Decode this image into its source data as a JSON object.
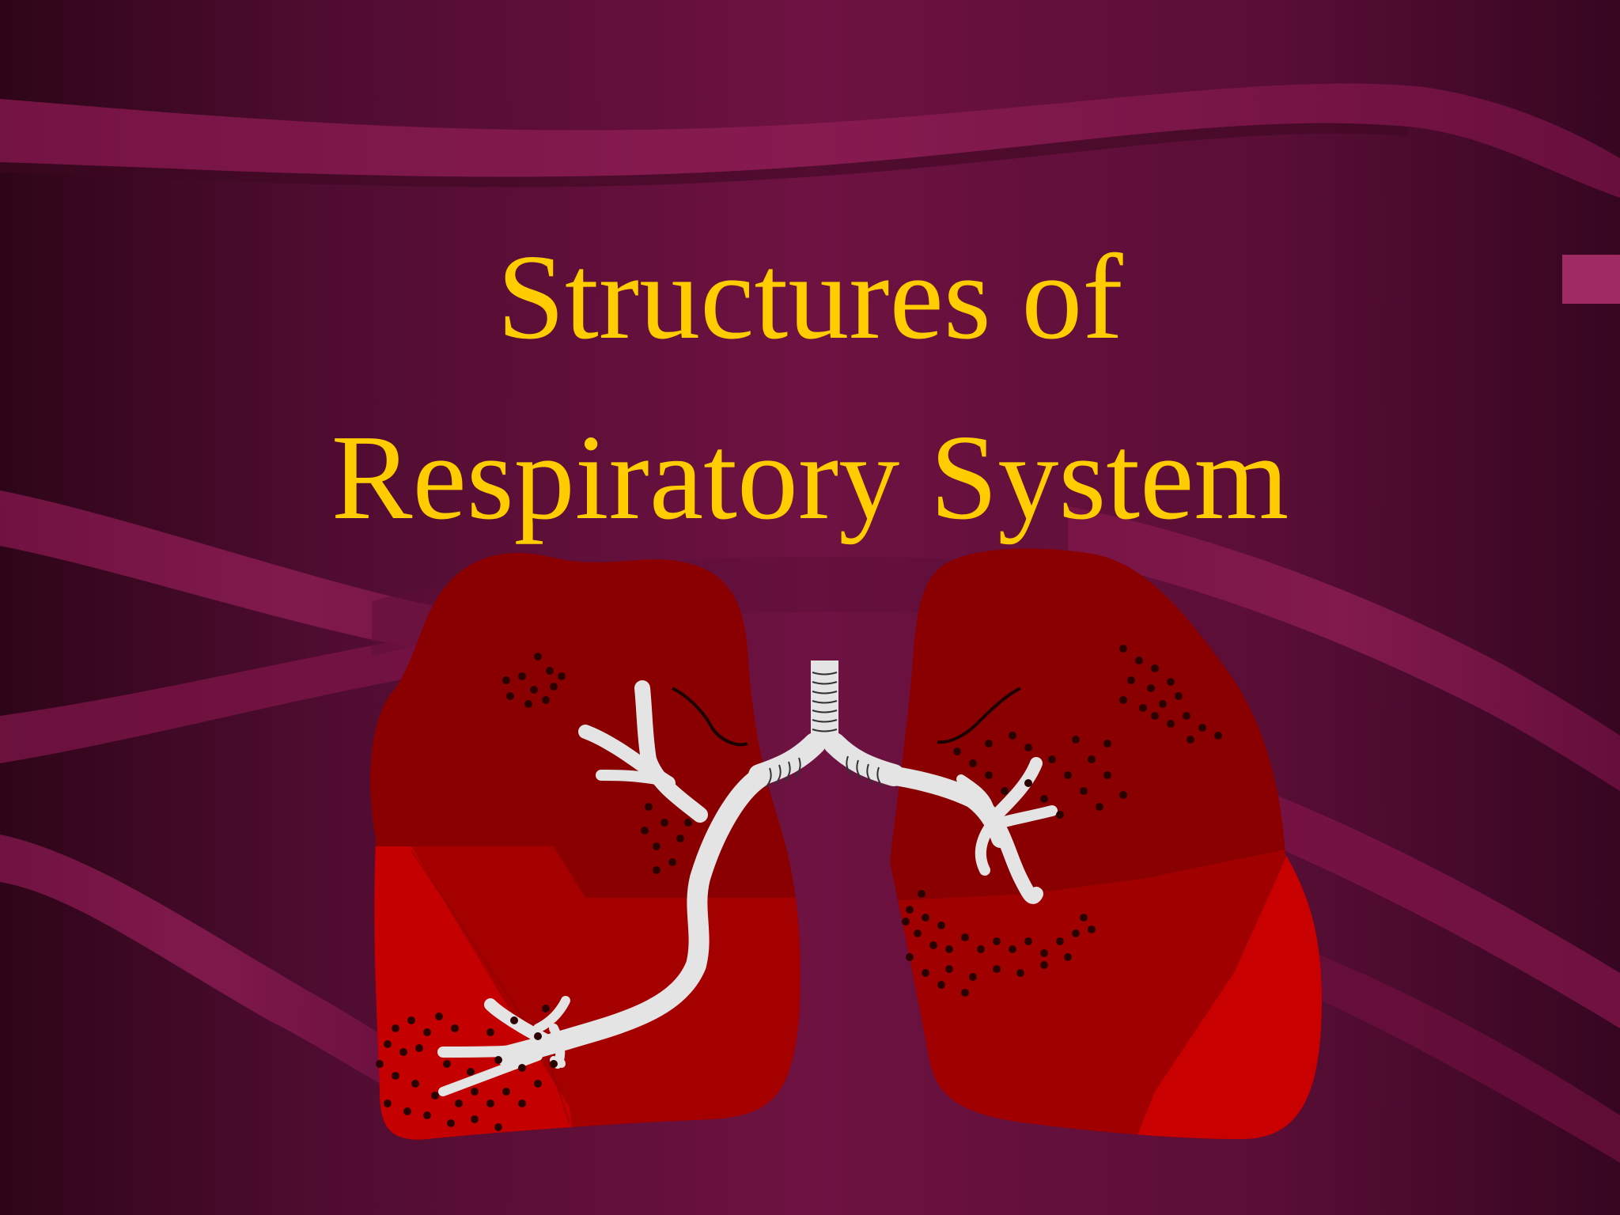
{
  "slide": {
    "title_line1": "Structures of",
    "title_line2": "Respiratory System"
  },
  "colors": {
    "title": "#ffcc00",
    "background": "#5a0e36",
    "ribbon": "#7a1a4a",
    "lung_upper": "#8a0000",
    "lung_middle": "#a80000",
    "lung_lower": "#c40000",
    "airway": "#e6e6e6"
  },
  "icons": [
    "lungs-illustration",
    "trachea",
    "bronchial-tree",
    "alveoli-dots"
  ]
}
